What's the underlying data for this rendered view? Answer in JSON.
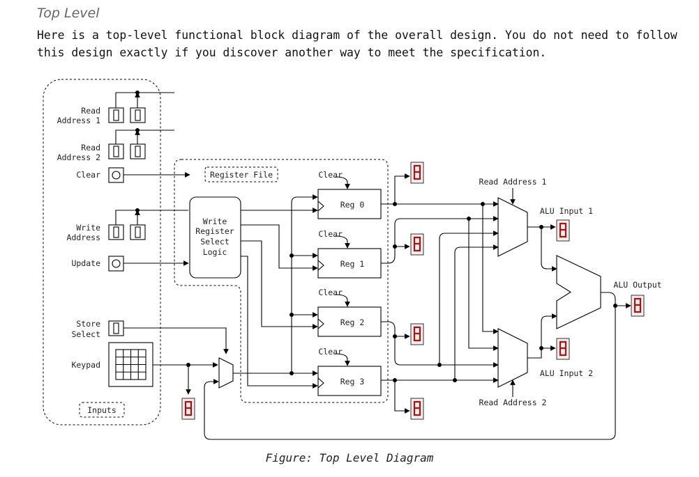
{
  "heading": "Top Level",
  "intro": "Here is a top-level functional block diagram of the overall design. You do not need to follow this design exactly if you discover another way to meet the specification.",
  "caption": "Figure: Top Level Diagram",
  "diagram": {
    "inputs": {
      "read_address_1": [
        "Read",
        "Address 1"
      ],
      "read_address_2": [
        "Read",
        "Address 2"
      ],
      "clear": "Clear",
      "write_address": [
        "Write",
        "Address"
      ],
      "update": "Update",
      "store_select": [
        "Store",
        "Select"
      ],
      "keypad": "Keypad",
      "group_label": "Inputs"
    },
    "register_file_label": "Register File",
    "write_logic": [
      "Write",
      "Register",
      "Select",
      "Logic"
    ],
    "clear_label": "Clear",
    "registers": [
      "Reg 0",
      "Reg 1",
      "Reg 2",
      "Reg 3"
    ],
    "mux_top_label": "Read Address 1",
    "mux_bottom_label": "Read Address 2",
    "alu_input_1": "ALU Input 1",
    "alu_input_2": "ALU Input 2",
    "alu_output": "ALU Output"
  }
}
